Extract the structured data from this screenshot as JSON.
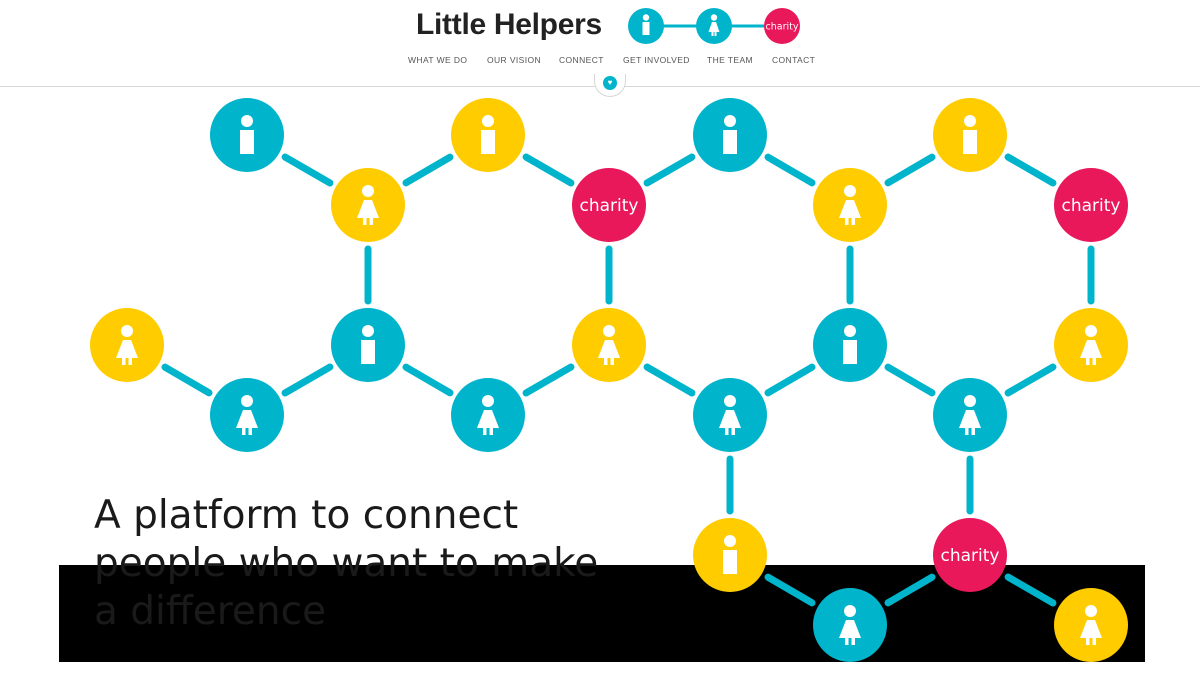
{
  "brand": {
    "name": "Little Helpers",
    "logo_icons": [
      "man-icon",
      "woman-icon",
      "charity-badge"
    ],
    "logo_badge_label": "charity"
  },
  "nav": {
    "items": [
      {
        "label": "WHAT WE DO"
      },
      {
        "label": "OUR VISION"
      },
      {
        "label": "CONNECT"
      },
      {
        "label": "GET INVOLVED"
      },
      {
        "label": "THE TEAM"
      },
      {
        "label": "CONTACT"
      }
    ],
    "toggle_icon": "heart-icon"
  },
  "hero": {
    "headline_lines": [
      "A platform to connect",
      "people who want to make",
      "a difference"
    ],
    "charity_label": "charity"
  },
  "colors": {
    "blue": "#00b4cc",
    "yellow": "#ffcc00",
    "pink": "#e8185a",
    "band": "#000000",
    "text": "#1a1a1a"
  }
}
